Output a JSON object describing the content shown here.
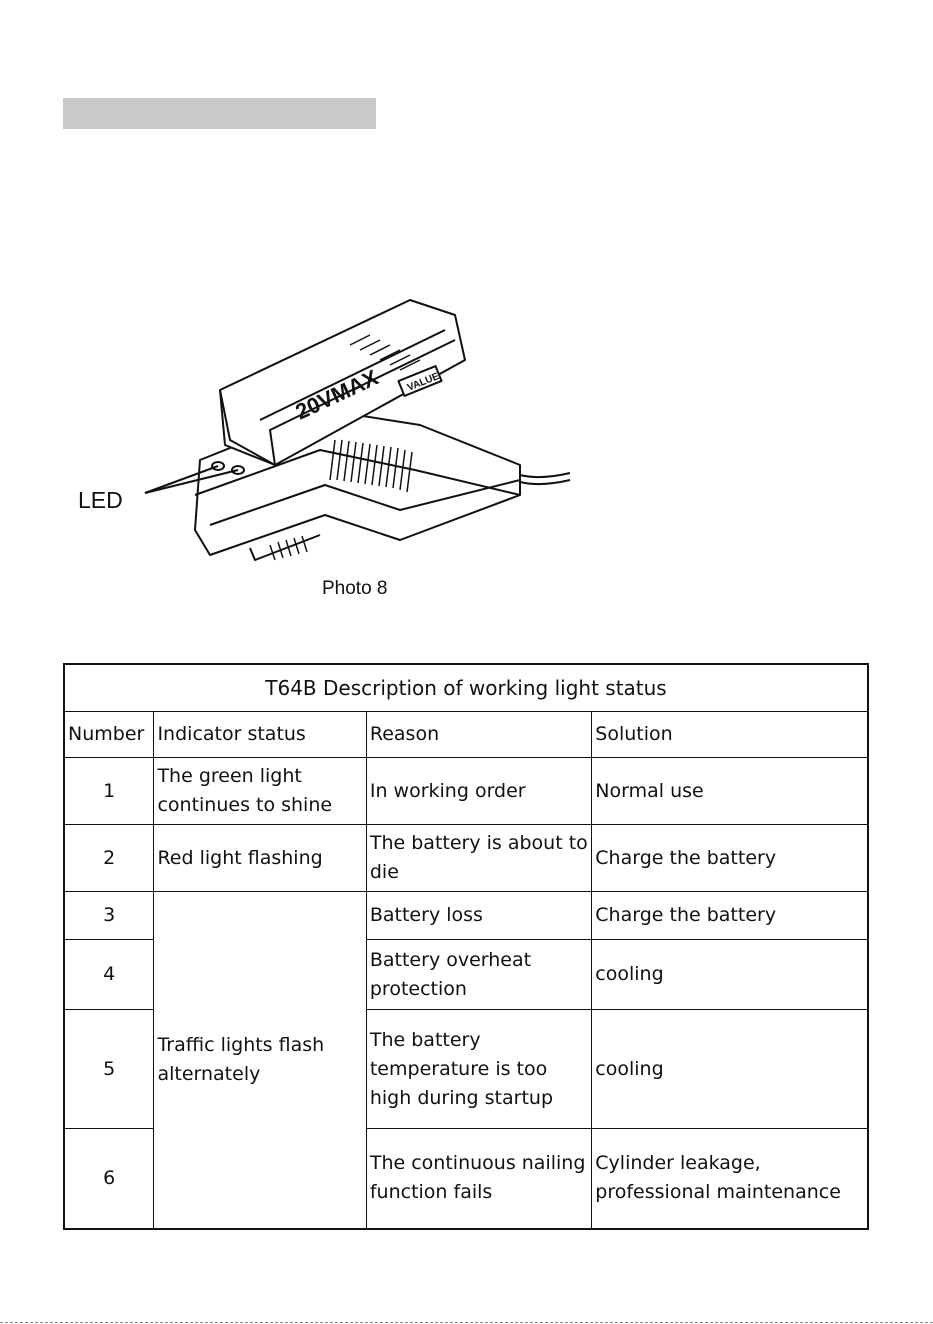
{
  "figure": {
    "led_label": "LED",
    "caption": "Photo 8",
    "battery_text": "20VMAX",
    "battery_badge": "VALUE"
  },
  "table": {
    "title": "T64B Description of working light status",
    "headers": [
      "Number",
      "Indicator status",
      "Reason",
      "Solution"
    ],
    "rows": [
      {
        "number": "1",
        "indicator": "The green light continues to shine",
        "reason": "In working order",
        "solution": "Normal use"
      },
      {
        "number": "2",
        "indicator": "Red light flashing",
        "reason": "The battery is about to die",
        "solution": "Charge the battery"
      },
      {
        "number": "3",
        "indicator": "Traffic lights flash alternately",
        "reason": "Battery loss",
        "solution": "Charge the battery"
      },
      {
        "number": "4",
        "reason": "Battery overheat protection",
        "solution": "cooling"
      },
      {
        "number": "5",
        "reason": "The battery temperature is too high during startup",
        "solution": "cooling"
      },
      {
        "number": "6",
        "reason": "The continuous nailing function fails",
        "solution": "Cylinder leakage, professional maintenance"
      }
    ]
  }
}
